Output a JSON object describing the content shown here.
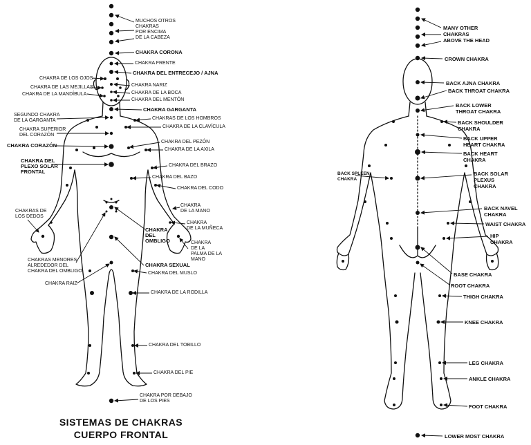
{
  "front": {
    "title_line1": "SISTEMAS DE CHAKRAS",
    "title_line2": "CUERPO FRONTAL",
    "labels": {
      "otros": "MUCHOS OTROS\nCHAKRAS\nPOR ENCIMA\nDE LA CABEZA",
      "corona": "CHAKRA CORONA",
      "frente": "CHAKRA FRENTE",
      "ajna": "CHAKRA DEL ENTRECEJO / AJNA",
      "ojos": "CHAKRA DE LOS OJOS",
      "mejillas": "CHAKRA DE LAS MEJILLAS",
      "mandibula": "CHAKRA DE LA MANDÍBULA",
      "nariz": "CHAKRA NARIZ",
      "boca": "CHAKRA DE LA BOCA",
      "menton": "CHAKRA DEL MENTÓN",
      "garganta": "CHAKRA GARGANTA",
      "segundo": "SEGUNDO CHAKRA\nDE LA GARGANTA",
      "hombros": "CHAKRAS DE LOS HOMBROS",
      "clavicula": "CHAKRA DE LA CLAVÍCULA",
      "superior": "CHAKRA SUPERIOR\nDEL CORAZÓN",
      "pezon": "CHAKRA DEL PEZÓN",
      "corazon": "CHAKRA CORAZÓN",
      "axila": "CHAKRA DE LA AXILA",
      "plexo": "CHAKRA DEL\nPLEXO SOLAR\nFRONTAL",
      "brazo": "CHAKRA DEL BRAZO",
      "bazo": "CHAKRA DEL BAZO",
      "codo": "CHAKRA DEL CODO",
      "mano": "CHAKRA\nDE LA MANO",
      "dedos": "CHAKRAS DE\nLOS DEDOS",
      "muneca": "CHAKRA\nDE LA MUÑECA",
      "ombligo": "CHAKRA\nDEL\nOMBLIGO",
      "palma": "CHAKRA\nDE LA\nPALMA DE LA\nMANO",
      "menores": "CHAKRAS MENORES\nALREDEDOR DEL\nCHAKRA DEL OMBLIGO",
      "sexual": "CHAKRA SEXUAL",
      "raiz": "CHAKRA RAIZ",
      "muslo": "CHAKRA DEL MUSLO",
      "rodilla": "CHAKRA DE LA RODILLA",
      "tobillo": "CHAKRA DEL TOBILLO",
      "pie": "CHAKRA DEL PIE",
      "debajo": "CHAKRA POR DEBAJO\nDE LOS PIES"
    }
  },
  "back": {
    "labels": {
      "many": "MANY OTHER\nCHAKRAS\nABOVE THE HEAD",
      "crown": "CROWN CHAKRA",
      "ajna": "BACK AJNA CHAKRA",
      "throat": "BACK THROAT CHAKRA",
      "lower_throat": "BACK LOWER\nTHROAT CHAKRA",
      "shoulder": "BACK SHOULDER\nCHAKRA",
      "upper_heart": "BACK UPPER\nHEART CHAKRA",
      "heart": "BACK HEART\nCHAKRA",
      "spleen": "BACK SPLEEN\nCHAKRA",
      "solar": "BACK SOLAR\nPLEXUS\nCHAKRA",
      "navel": "BACK NAVEL\nCHAKRA",
      "waist": "WAIST CHAKRA",
      "hip": "HIP\nCHAKRA",
      "base": "BASE CHAKRA",
      "root": "ROOT CHAKRA",
      "thigh": "THIGH CHAKRA",
      "knee": "KNEE CHAKRA",
      "leg": "LEG CHAKRA",
      "ankle": "ANKLE CHAKRA",
      "foot": "FOOT CHAKRA",
      "lowest": "LOWER MOST CHAKRA"
    }
  }
}
